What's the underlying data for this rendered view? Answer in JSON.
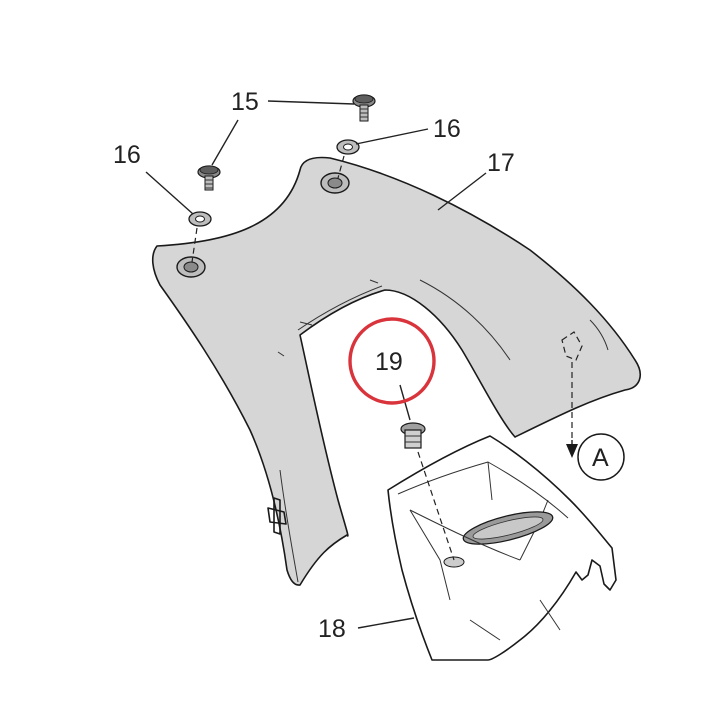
{
  "callouts": {
    "screw_top_left": "15",
    "washer_left": "16",
    "washer_right": "16",
    "panel": "17",
    "lower_cover": "18",
    "highlighted_part": "19",
    "direction_ref": "A"
  },
  "colors": {
    "highlight_ring": "#d9343c",
    "panel_fill": "#d6d6d6",
    "line": "#1a1a1a"
  }
}
